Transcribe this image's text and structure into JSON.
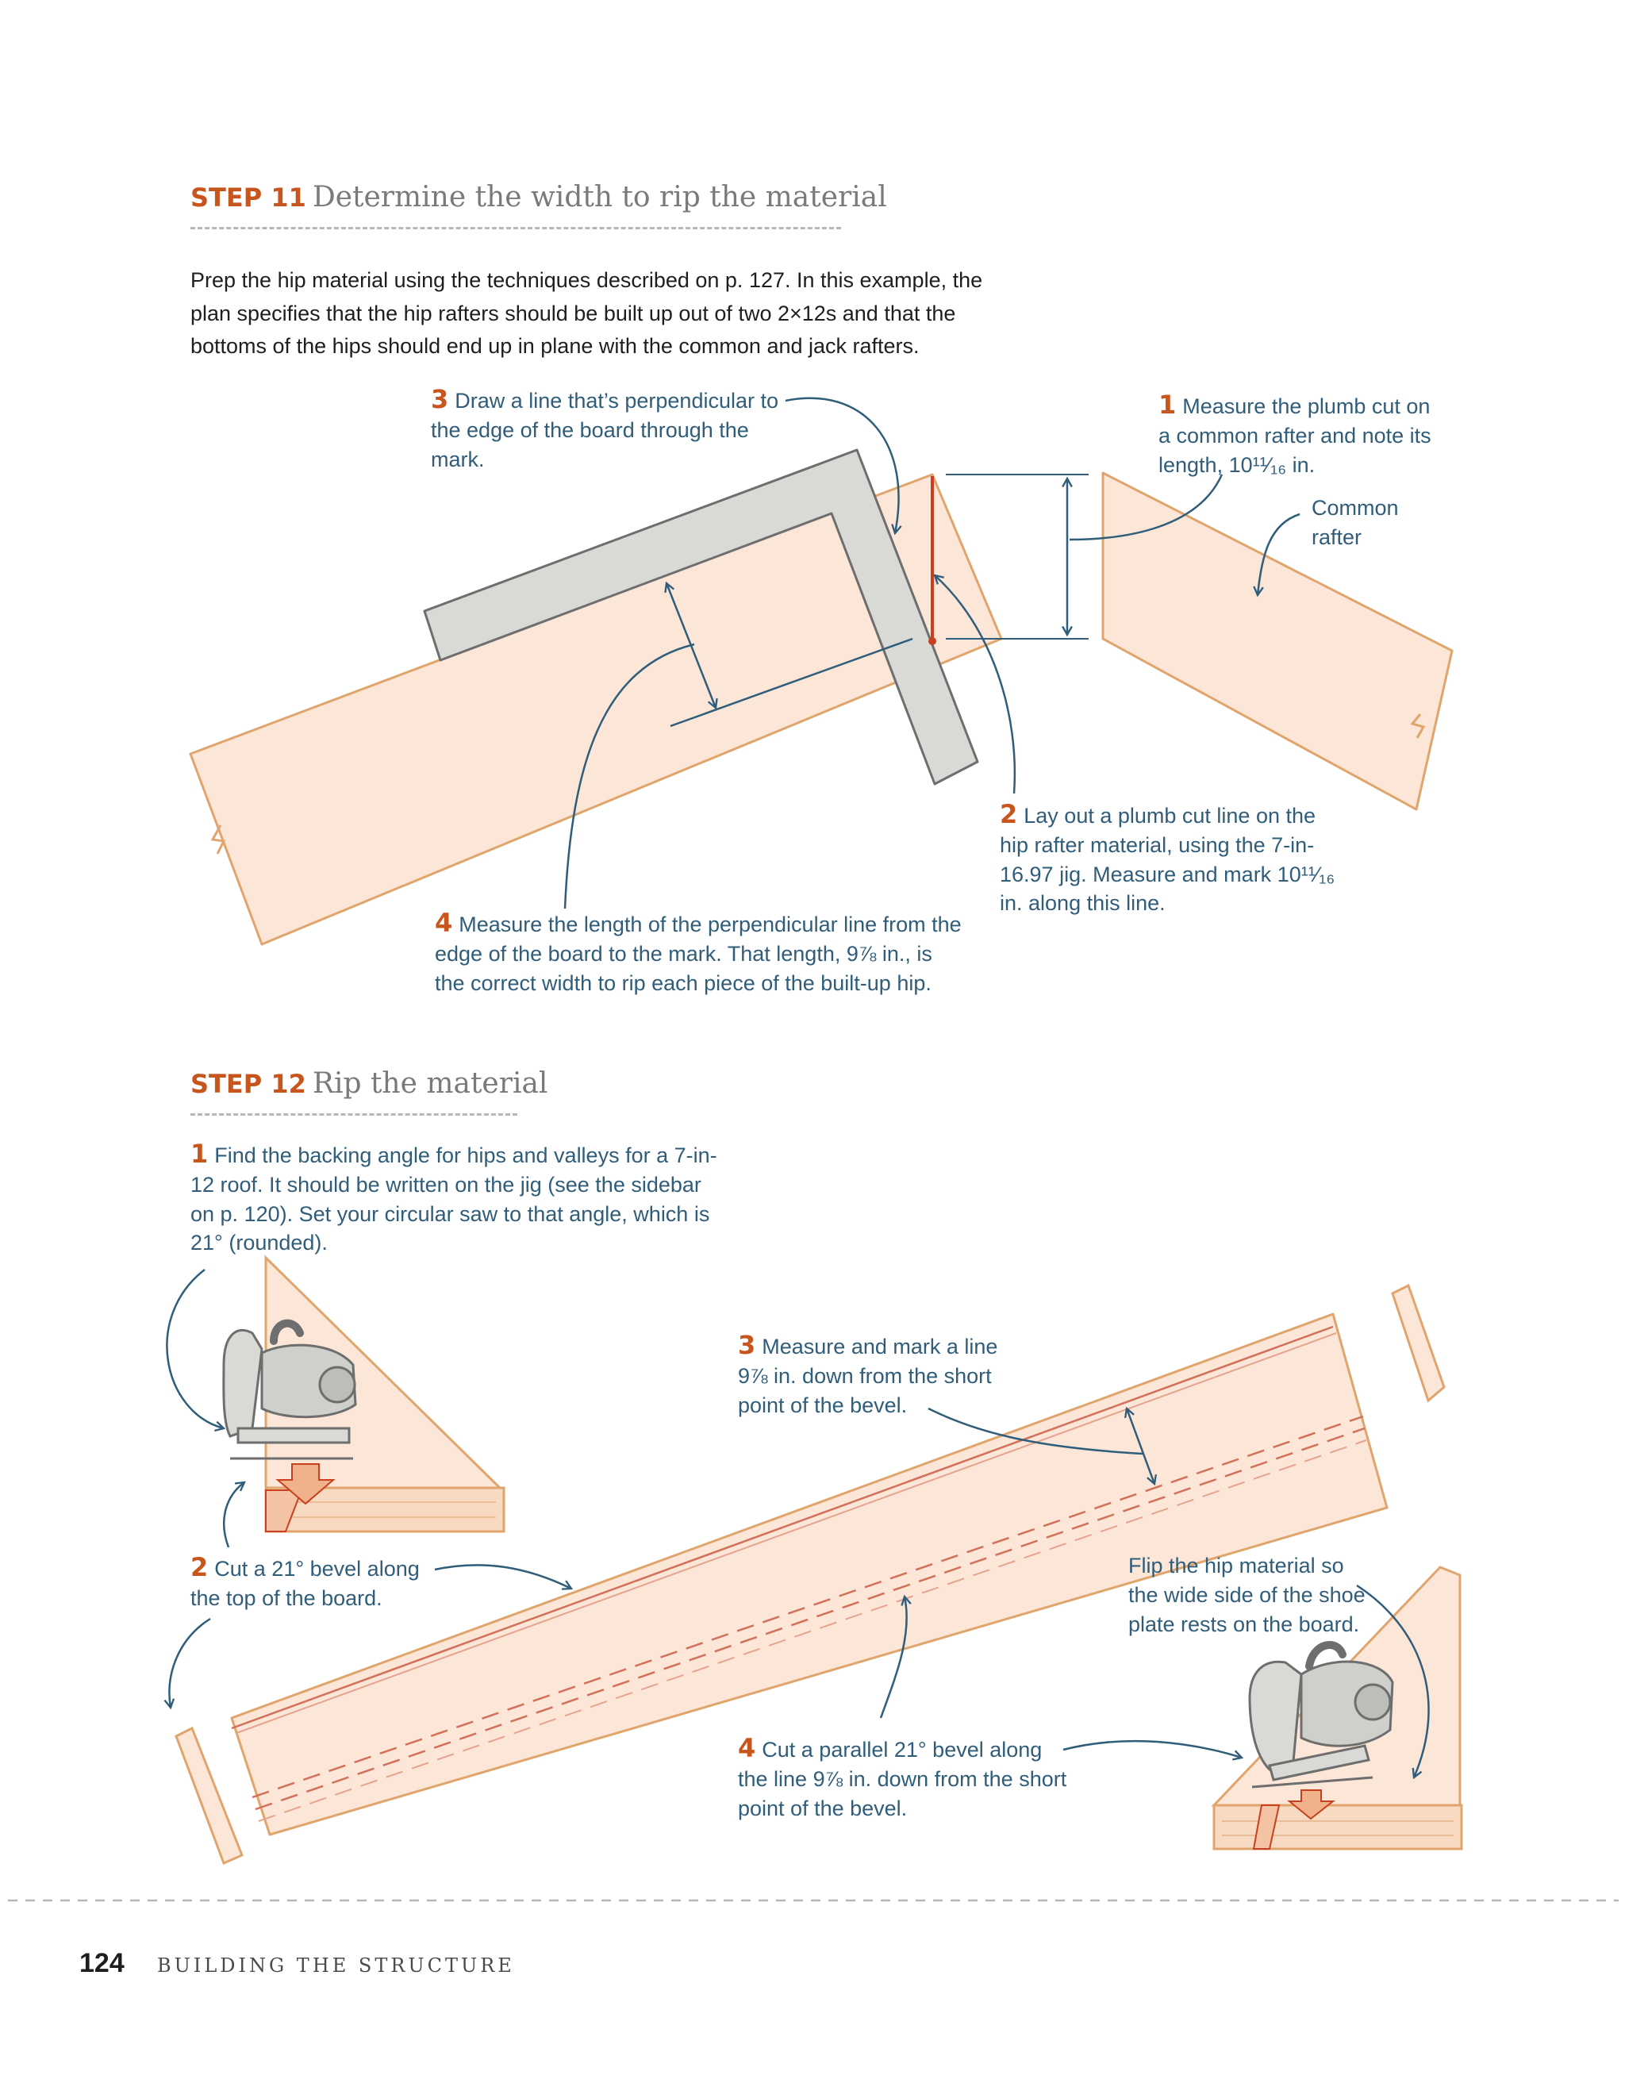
{
  "step11": {
    "number": "STEP 11",
    "title": "Determine the width to rip the material",
    "intro": "Prep the hip material using the techniques described on p. 127. In this example, the plan specifies that the hip rafters should be built up out of two 2×12s and that the bottoms of the hips should end up in plane with the common and jack rafters.",
    "notes": [
      {
        "n": "1",
        "text": "Measure the plumb cut on a common rafter and note its length, 10¹¹⁄₁₆ in."
      },
      {
        "n": "2",
        "text": "Lay out a plumb cut line on the hip rafter material, using the 7-in-16.97 jig. Measure and mark 10¹¹⁄₁₆ in. along this line."
      },
      {
        "n": "3",
        "text": "Draw a line that’s perpendicular to the edge of the board through the mark."
      },
      {
        "n": "4",
        "text": "Measure the length of the perpendicular line from the edge of the board to the mark. That length, 9⅞ in., is the correct width to rip each piece of the built-up hip."
      }
    ],
    "common_rafter_label": "Common rafter"
  },
  "step12": {
    "number": "STEP 12",
    "title": "Rip the material",
    "notes": [
      {
        "n": "1",
        "text": "Find the backing angle for hips and valleys for a 7-in-12 roof. It should be written on the jig (see the sidebar on p. 120). Set your circular saw to that angle, which is 21° (rounded)."
      },
      {
        "n": "2",
        "text": "Cut a 21° bevel along the top of the board."
      },
      {
        "n": "3",
        "text": "Measure and mark a line 9⅞ in. down from the short point of the bevel."
      },
      {
        "n": "4",
        "text": "Cut a parallel 21° bevel along the line 9⅞ in. down from the short point of the bevel."
      }
    ],
    "flip_note": "Flip the hip material so the wide side of the shoe plate rests on the board."
  },
  "footer": {
    "page_number": "124",
    "section_title": "BUILDING THE STRUCTURE"
  },
  "colors": {
    "accent_orange": "#c8561c",
    "callout_blue": "#2f5d7a",
    "wood_fill": "#fbe6d8",
    "wood_edge": "#e0a56c",
    "square_gray": "#d9d9d6",
    "marking_red": "#c8401f"
  }
}
